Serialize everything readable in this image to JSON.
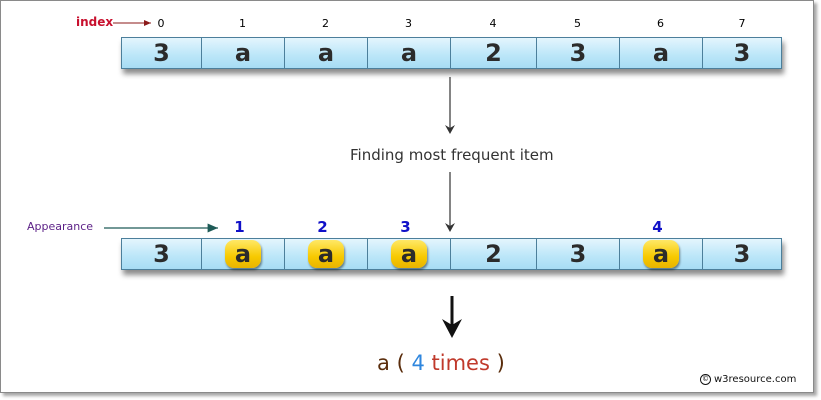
{
  "labels": {
    "index": "index",
    "appearance": "Appearance",
    "caption": "Finding most frequent item"
  },
  "indices": [
    "0",
    "1",
    "2",
    "3",
    "4",
    "5",
    "6",
    "7"
  ],
  "array_values": [
    "3",
    "a",
    "a",
    "a",
    "2",
    "3",
    "a",
    "3"
  ],
  "appearance_numbers": [
    "1",
    "2",
    "3",
    "4"
  ],
  "highlighted_cells": [
    1,
    2,
    3,
    6
  ],
  "result": {
    "item": "a",
    "open": "(",
    "count": "4",
    "times": "times",
    "close": ")"
  },
  "watermark": {
    "symbol": "©",
    "text": "w3resource.com"
  },
  "colors": {
    "index_label": "#c8102e",
    "appearance_label": "#5b1f86",
    "appearance_numbers": "#1010c8",
    "result_item": "#5a2d0c",
    "result_count": "#2e86de",
    "result_times": "#c0392b",
    "highlight": "#f7c900"
  }
}
